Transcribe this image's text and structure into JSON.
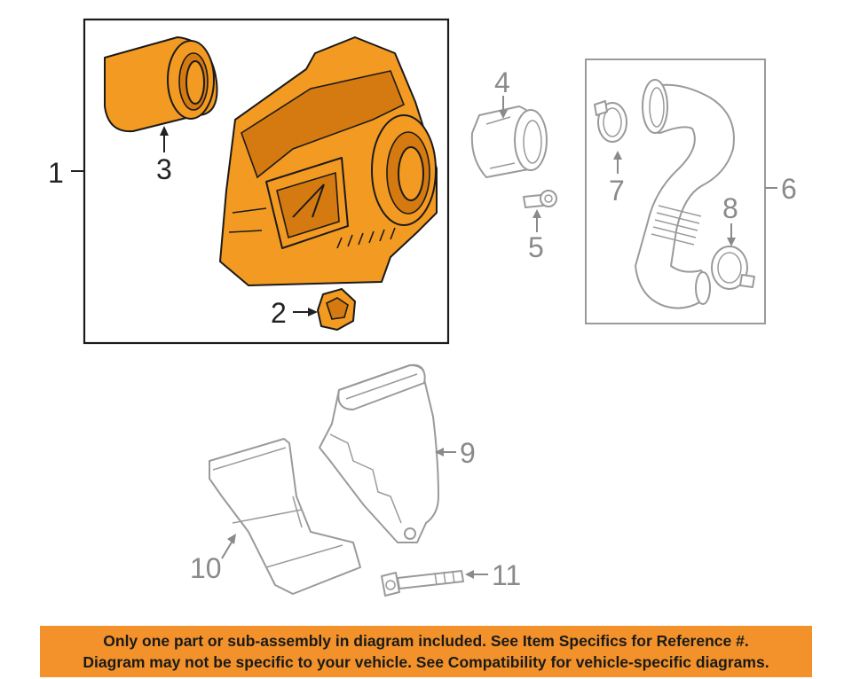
{
  "callouts": {
    "c1": "1",
    "c2": "2",
    "c3": "3",
    "c4": "4",
    "c5": "5",
    "c6": "6",
    "c7": "7",
    "c8": "8",
    "c9": "9",
    "c10": "10",
    "c11": "11"
  },
  "colors": {
    "highlight_part": "#f39a22",
    "banner_background": "#f3922b",
    "unhighlighted_part_lines": "#9a9a9a"
  },
  "banner": {
    "line1": "Only one part or sub-assembly in diagram included. See Item Specifics for Reference #.",
    "line2": "Diagram may not be specific to your vehicle. See Compatibility for vehicle-specific diagrams."
  }
}
